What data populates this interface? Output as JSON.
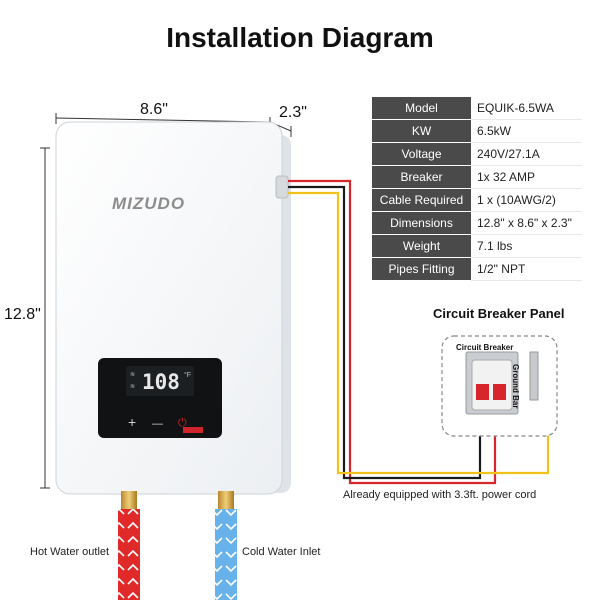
{
  "title": "Installation Diagram",
  "dimensions": {
    "width": "8.6\"",
    "depth": "2.3\"",
    "height": "12.8\""
  },
  "brand": "MIZUDO",
  "display": {
    "temperature": "108",
    "unit": "°F",
    "plus": "+",
    "minus": "—",
    "power_symbol": "⏻"
  },
  "specs": [
    {
      "label": "Model",
      "value": "EQUIK-6.5WA"
    },
    {
      "label": "KW",
      "value": "6.5kW"
    },
    {
      "label": "Voltage",
      "value": "240V/27.1A"
    },
    {
      "label": "Breaker",
      "value": "1x 32 AMP"
    },
    {
      "label": "Cable Required",
      "value": "1 x (10AWG/2)"
    },
    {
      "label": "Dimensions",
      "value": "12.8\" x 8.6\" x 2.3\""
    },
    {
      "label": "Weight",
      "value": "7.1 lbs"
    },
    {
      "label": "Pipes Fitting",
      "value": "1/2\" NPT"
    }
  ],
  "panel": {
    "title": "Circuit Breaker Panel",
    "breaker_label": "Circuit Breaker",
    "ground_label": "Ground Bar"
  },
  "captions": {
    "cord": "Already equipped with 3.3ft. power cord",
    "hot_outlet": "Hot Water outlet",
    "cold_inlet": "Cold Water Inlet"
  },
  "colors": {
    "wire_red": "#d7262b",
    "wire_black": "#1a1a1a",
    "wire_yellow": "#f2c21b",
    "hot_pipe": "#e02a2a",
    "cold_pipe": "#67b2ea",
    "spec_label_bg": "#4a4a4a"
  }
}
